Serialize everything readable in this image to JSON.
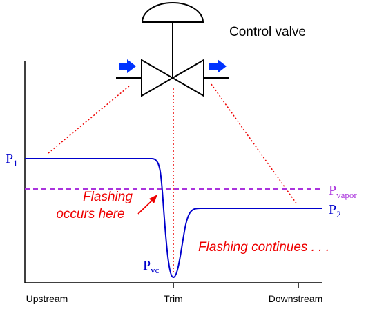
{
  "title": "Control valve",
  "pressure_labels": {
    "p1": {
      "base": "P",
      "sub": "1"
    },
    "p2": {
      "base": "P",
      "sub": "2"
    },
    "pvapor": {
      "base": "P",
      "sub": "vapor"
    },
    "pvc": {
      "base": "P",
      "sub": "vc"
    }
  },
  "annotations": {
    "flashing_line1": "Flashing",
    "flashing_line2": "occurs here",
    "flashing_continues": "Flashing continues . . ."
  },
  "x_axis_labels": {
    "upstream": "Upstream",
    "trim": "Trim",
    "downstream": "Downstream"
  },
  "colors": {
    "pressure_curve": "#0000cc",
    "vapor_line": "#aa33dd",
    "annotation": "#ee0000",
    "dotted_guides": "#ee0000",
    "flow_arrow": "#0033ff",
    "valve": "#000000",
    "axis": "#000000"
  },
  "icons": {
    "valve": "control-valve-icon",
    "actuator": "actuator-dome-icon",
    "inlet_arrow": "flow-arrow-right-icon",
    "outlet_arrow": "flow-arrow-right-icon"
  }
}
